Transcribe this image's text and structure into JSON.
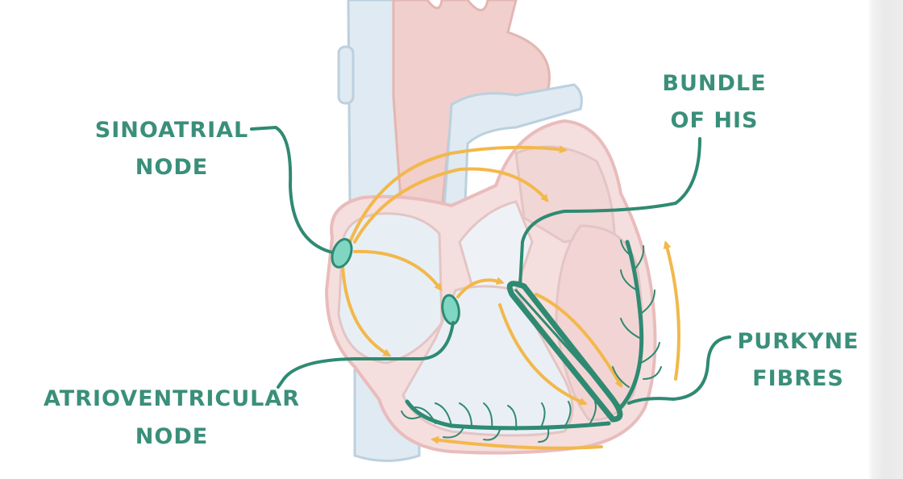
{
  "labels": {
    "sinoatrial_line1": "SINOATRIAL",
    "sinoatrial_line2": "NODE",
    "atrioventricular_line1": "ATRIOVENTRICULAR",
    "atrioventricular_line2": "NODE",
    "bundle_line1": "BUNDLE",
    "bundle_line2": "OF HIS",
    "purkyne_line1": "PURKYNE",
    "purkyne_line2": "FIBRES"
  },
  "colors": {
    "label_text": "#3a8f7a",
    "conduction": "#2f8a72",
    "node_fill": "#7fd6c3",
    "impulse_arrow": "#f2b84b",
    "heart_wall": "#f5dede",
    "heart_outline": "#e9bcbc",
    "vessel_blue": "#dfeaf2",
    "vessel_outline": "#bcd0de",
    "aorta_pink": "#f0cfcc"
  },
  "icons": [
    "heart-diagram",
    "arrow-icon"
  ]
}
